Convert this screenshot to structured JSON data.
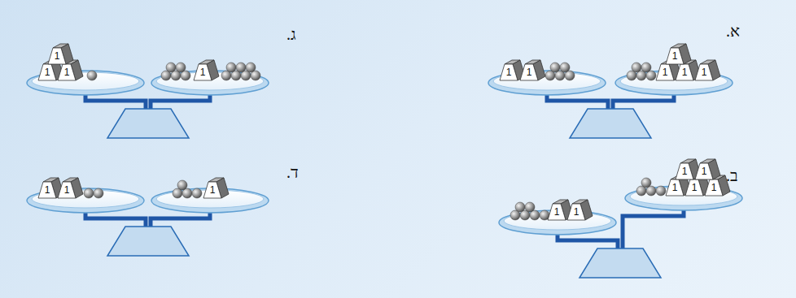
{
  "diagram": {
    "labels": [
      "א.",
      "1",
      "1",
      "1",
      "1",
      "1",
      "1",
      "ב.",
      "1",
      "1",
      "1",
      "1",
      "1",
      "1",
      "1",
      "ג.",
      "1",
      "1",
      "1",
      "1",
      "ד.",
      "1",
      "1",
      "1"
    ]
  }
}
